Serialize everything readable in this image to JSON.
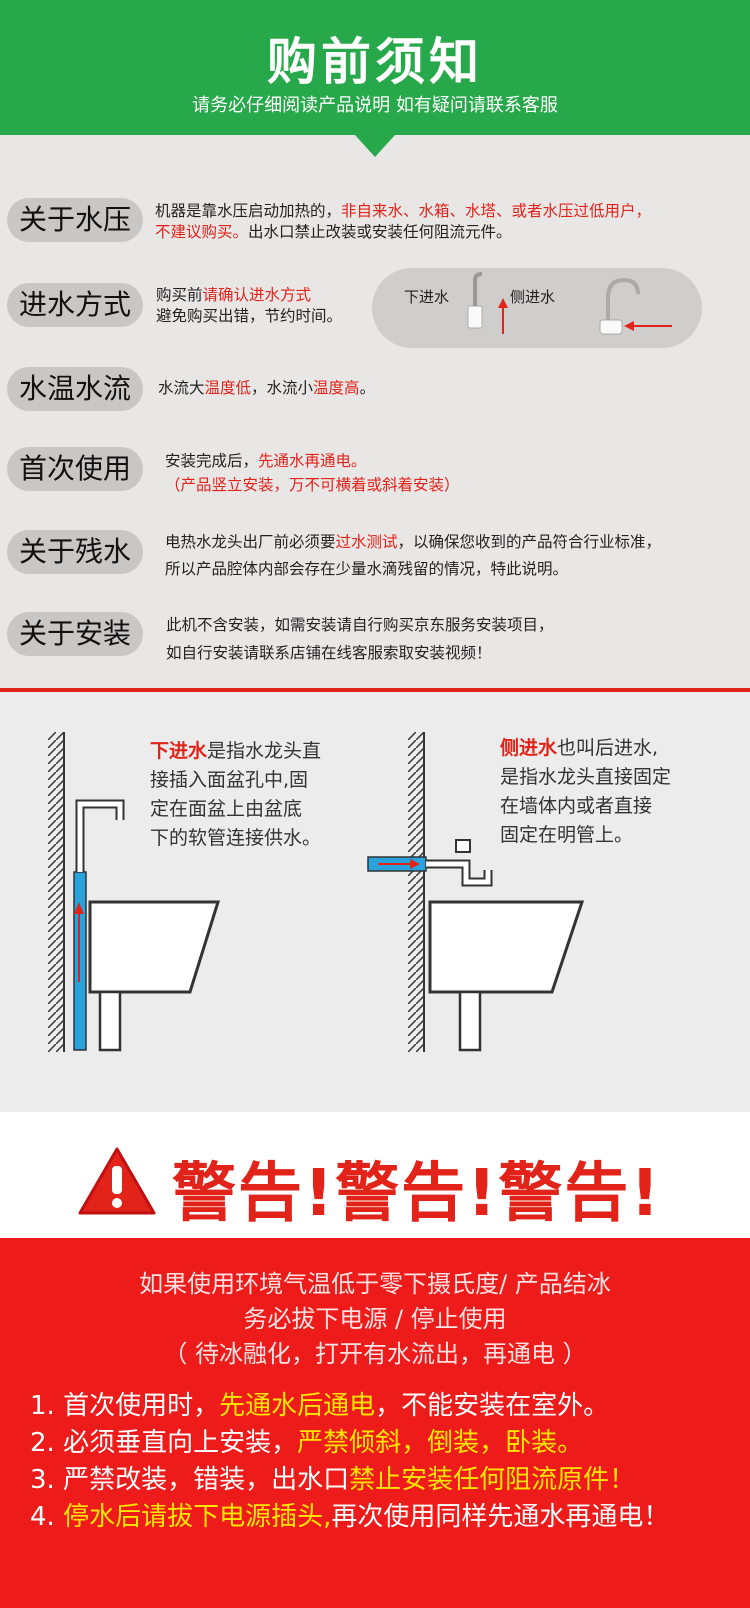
{
  "header": {
    "title": "购前须知",
    "subtitle": "请务必仔细阅读产品说明  如有疑问请联系客服",
    "bg_color": "#27a84a"
  },
  "notices": {
    "pressure": {
      "tag": "关于水压",
      "t1": "机器是靠水压启动加热的，",
      "t2": "非自来水、水箱、水塔、或者水压过低用户，",
      "t3": "不建议购买。",
      "t4": "出水口禁止改装或安装任何阻流元件。"
    },
    "inlet": {
      "tag": "进水方式",
      "t1": "购买前",
      "t2": "请确认进水方式",
      "t3": "避免购买出错，节约时间。",
      "bottom_label": "下进水",
      "side_label": "侧进水"
    },
    "temp": {
      "tag": "水温水流",
      "t1": "水流大",
      "t2": "温度低",
      "t3": "，水流小",
      "t4": "温度高",
      "t5": "。"
    },
    "first": {
      "tag": "首次使用",
      "t1": "安装完成后，",
      "t2": "先通水再通电。",
      "t3": "（产品竖立安装，万不可横着或斜着安装）"
    },
    "residual": {
      "tag": "关于残水",
      "t1": "电热水龙头出厂前必须要",
      "t2": "过水测试",
      "t3": "，以确保您收到的产品符合行业标准，",
      "t4": "所以产品腔体内部会存在少量水滴残留的情况，特此说明。"
    },
    "install": {
      "tag": "关于安装",
      "t1": "此机不含安装，如需安装请自行购买京东服务安装项目，",
      "t2": "如自行安装请联系店铺在线客服索取安装视频！"
    }
  },
  "diagram": {
    "bottom": {
      "hl": "下进水",
      "l1": "是指水龙头直",
      "l2": "接插入面盆孔中,固",
      "l3": "定在面盆上由盆底",
      "l4": "下的软管连接供水。"
    },
    "side": {
      "hl": "侧进水",
      "l1": "也叫后进水,",
      "l2": "是指水龙头直接固定",
      "l3": "在墙体内或者直接",
      "l4": "固定在明管上。"
    }
  },
  "warning": {
    "title": "警告!警告!警告!",
    "intro1": "如果使用环境气温低于零下摄氏度/ 产品结冰",
    "intro2": "务必拔下电源 / 停止使用",
    "intro3": "（ 待冰融化，打开有水流出，再通电 ）",
    "rules": [
      {
        "a": "1. 首次使用时，",
        "b": "先通水后通电",
        "c": "，不能安装在室外。"
      },
      {
        "a": "2. 必须垂直向上安装，",
        "b": "严禁倾斜，倒装，卧装。",
        "c": ""
      },
      {
        "a": "3. 严禁改装，错装，出水口",
        "b": "禁止安装任何阻流原件！",
        "c": ""
      },
      {
        "a": "4. ",
        "b": "停水后请拔下电源插头,",
        "c": "再次使用同样先通水再通电！"
      }
    ],
    "accent_color": "#e2231a",
    "highlight_color": "#ffe600"
  }
}
